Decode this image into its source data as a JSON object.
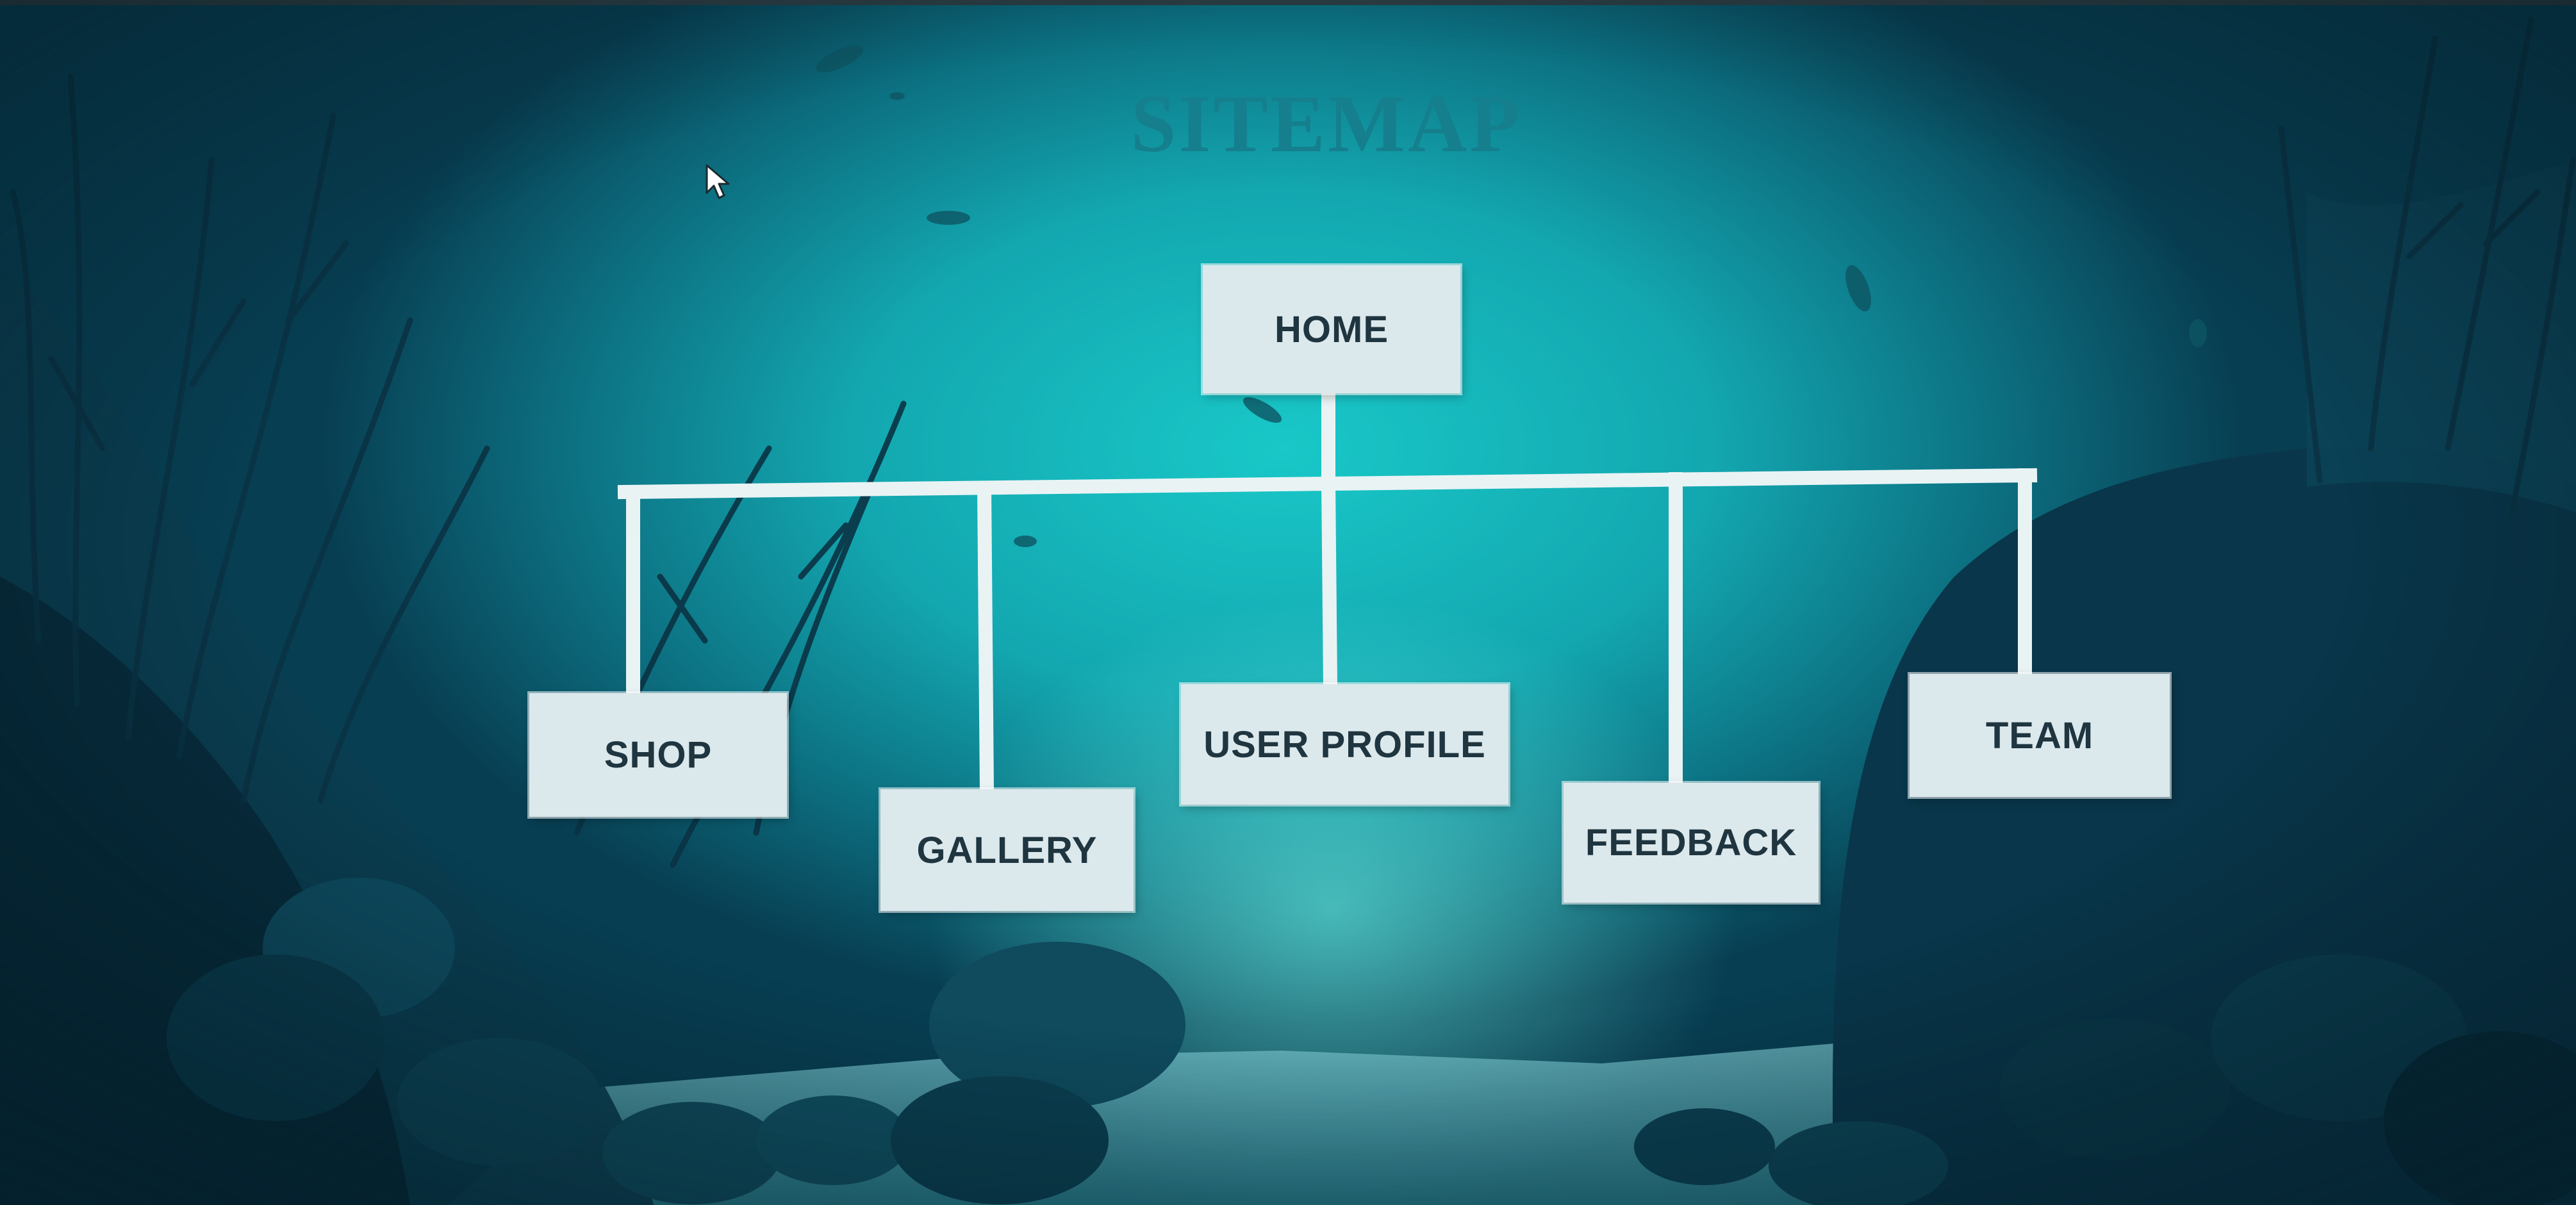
{
  "title": "SITEMAP",
  "root": {
    "label": "HOME"
  },
  "children": [
    {
      "label": "SHOP"
    },
    {
      "label": "GALLERY"
    },
    {
      "label": "USER PROFILE"
    },
    {
      "label": "FEEDBACK"
    },
    {
      "label": "TEAM"
    }
  ],
  "colors": {
    "background_water": "#16b8bf",
    "title": "#157f8e",
    "node_fill": "#dce9ec",
    "node_text": "#1f3540",
    "connector": "#e9f3f4"
  },
  "icons": [
    "mouse-pointer-icon"
  ]
}
